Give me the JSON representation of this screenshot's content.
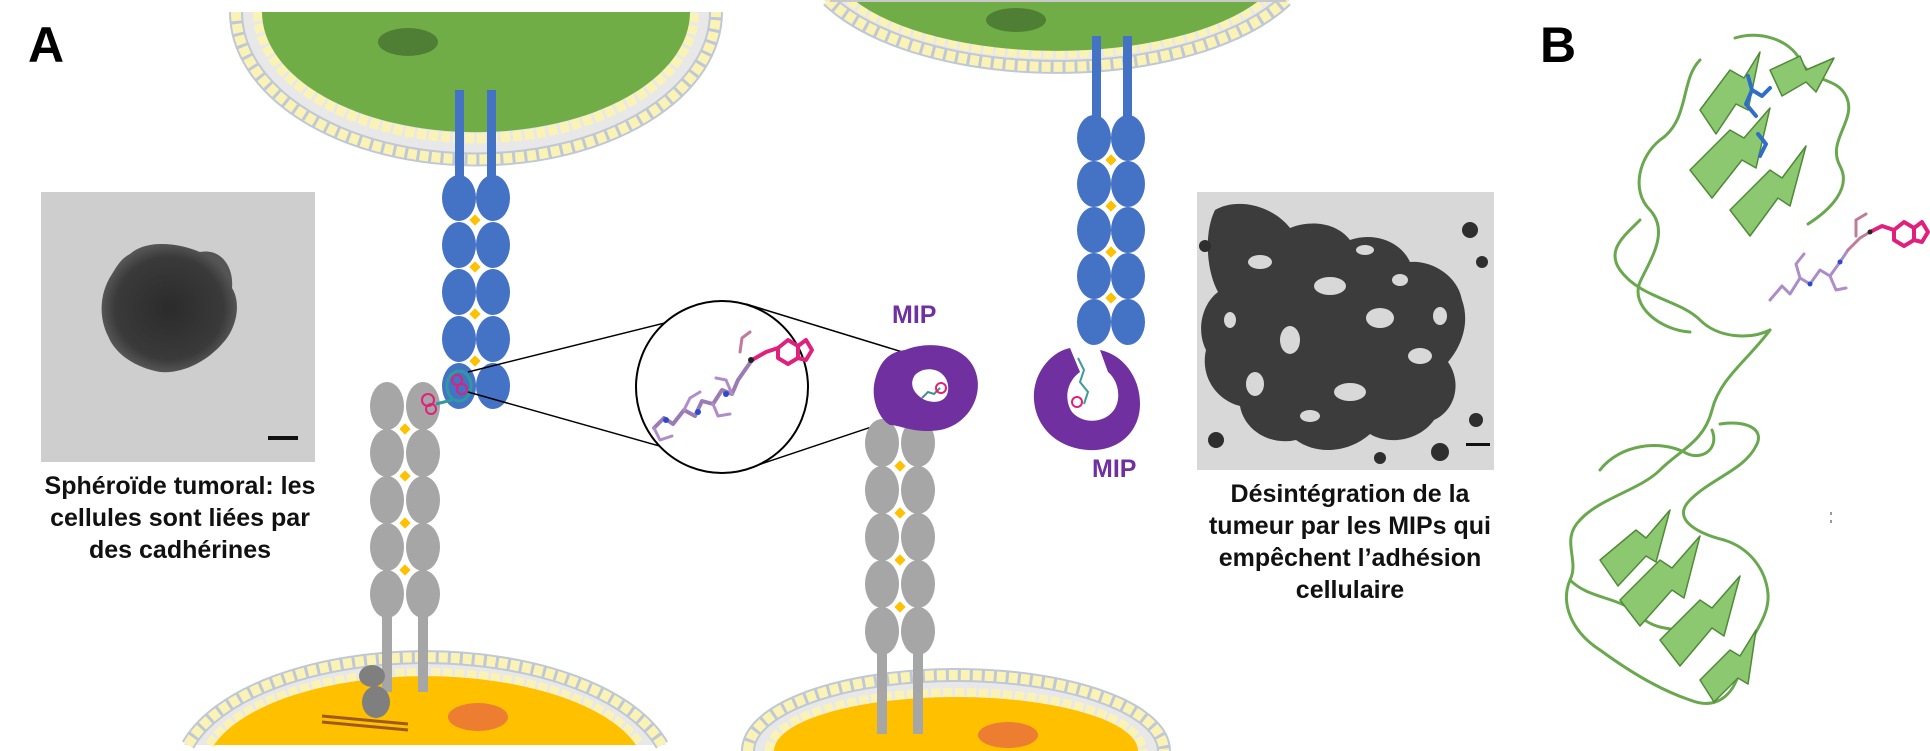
{
  "panels": {
    "a_label": "A",
    "b_label": "B"
  },
  "left_caption": {
    "lines": [
      "Sphéroïde tumoral: les",
      "cellules sont liées par",
      "des cadhérines"
    ]
  },
  "right_caption": {
    "lines": [
      "Désintégration de la",
      "tumeur par les MIPs qui",
      "empêchent l’adhésion",
      "cellulaire"
    ]
  },
  "mip_labels": {
    "upper": "MIP",
    "lower": "MIP"
  },
  "colors": {
    "cell_top_green": "#70ad47",
    "cell_nucleus_green": "#4f7f34",
    "cell_bottom_yellow": "#ffc000",
    "cell_nucleus_orange": "#ed7d31",
    "membrane_head": "#fbf3b6",
    "membrane_tail": "#bfc8d6",
    "cadherin_blue": "#4472c4",
    "cadherin_gray": "#a6a6a6",
    "calcium_yellow": "#ffc000",
    "mip_purple": "#7030a0",
    "peptide_pink": "#e0207a",
    "peptide_lilac": "#b08cc8",
    "protein_green": "#7cc466"
  },
  "icons": [
    "scale-bar-icon",
    "magnifier-circle-icon",
    "peptide-molecule-icon",
    "protein-ribbon-icon"
  ]
}
